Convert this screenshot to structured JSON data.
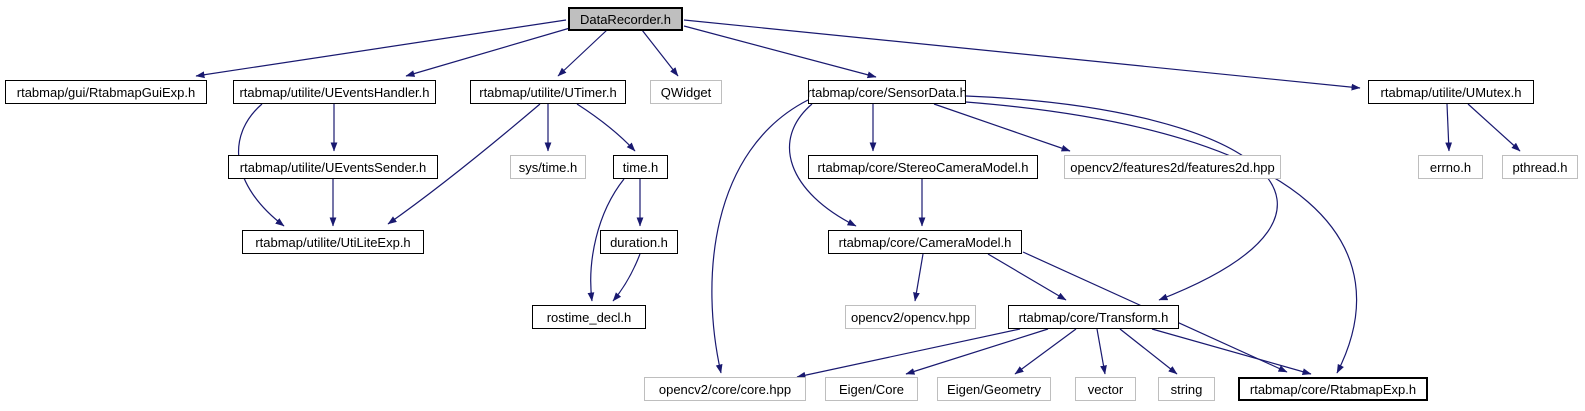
{
  "colors": {
    "edge": "#191970",
    "node_border": "#000000",
    "external_border": "#bebebe",
    "root_fill": "#bfbfbf",
    "background": "#ffffff"
  },
  "nodes": {
    "dataRecorder": {
      "label": "DataRecorder.h"
    },
    "guiExp": {
      "label": "rtabmap/gui/RtabmapGuiExp.h"
    },
    "ueventsHandler": {
      "label": "rtabmap/utilite/UEventsHandler.h"
    },
    "utimer": {
      "label": "rtabmap/utilite/UTimer.h"
    },
    "qwidget": {
      "label": "QWidget"
    },
    "sensorData": {
      "label": "rtabmap/core/SensorData.h"
    },
    "umutex": {
      "label": "rtabmap/utilite/UMutex.h"
    },
    "ueventsSender": {
      "label": "rtabmap/utilite/UEventsSender.h"
    },
    "sysTime": {
      "label": "sys/time.h"
    },
    "timeH": {
      "label": "time.h"
    },
    "stereoCameraModel": {
      "label": "rtabmap/core/StereoCameraModel.h"
    },
    "features2d": {
      "label": "opencv2/features2d/features2d.hpp"
    },
    "errnoH": {
      "label": "errno.h"
    },
    "pthreadH": {
      "label": "pthread.h"
    },
    "utiLiteExp": {
      "label": "rtabmap/utilite/UtiLiteExp.h"
    },
    "durationH": {
      "label": "duration.h"
    },
    "cameraModel": {
      "label": "rtabmap/core/CameraModel.h"
    },
    "rostimeDecl": {
      "label": "rostime_decl.h"
    },
    "opencvHpp": {
      "label": "opencv2/opencv.hpp"
    },
    "transform": {
      "label": "rtabmap/core/Transform.h"
    },
    "coreHpp": {
      "label": "opencv2/core/core.hpp"
    },
    "eigenCore": {
      "label": "Eigen/Core"
    },
    "eigenGeometry": {
      "label": "Eigen/Geometry"
    },
    "vectorH": {
      "label": "vector"
    },
    "stringH": {
      "label": "string"
    },
    "rtabmapExp": {
      "label": "rtabmap/core/RtabmapExp.h"
    }
  },
  "edges": [
    {
      "from": "dataRecorder",
      "to": "guiExp"
    },
    {
      "from": "dataRecorder",
      "to": "ueventsHandler"
    },
    {
      "from": "dataRecorder",
      "to": "utimer"
    },
    {
      "from": "dataRecorder",
      "to": "qwidget"
    },
    {
      "from": "dataRecorder",
      "to": "sensorData"
    },
    {
      "from": "dataRecorder",
      "to": "umutex"
    },
    {
      "from": "ueventsHandler",
      "to": "ueventsSender"
    },
    {
      "from": "ueventsHandler",
      "to": "utiLiteExp"
    },
    {
      "from": "ueventsSender",
      "to": "utiLiteExp"
    },
    {
      "from": "utimer",
      "to": "sysTime"
    },
    {
      "from": "utimer",
      "to": "timeH"
    },
    {
      "from": "utimer",
      "to": "utiLiteExp"
    },
    {
      "from": "timeH",
      "to": "durationH"
    },
    {
      "from": "timeH",
      "to": "rostimeDecl"
    },
    {
      "from": "durationH",
      "to": "rostimeDecl"
    },
    {
      "from": "sensorData",
      "to": "stereoCameraModel"
    },
    {
      "from": "sensorData",
      "to": "features2d"
    },
    {
      "from": "sensorData",
      "to": "cameraModel"
    },
    {
      "from": "sensorData",
      "to": "coreHpp"
    },
    {
      "from": "sensorData",
      "to": "transform"
    },
    {
      "from": "sensorData",
      "to": "rtabmapExp"
    },
    {
      "from": "stereoCameraModel",
      "to": "cameraModel"
    },
    {
      "from": "cameraModel",
      "to": "opencvHpp"
    },
    {
      "from": "cameraModel",
      "to": "transform"
    },
    {
      "from": "cameraModel",
      "to": "rtabmapExp"
    },
    {
      "from": "transform",
      "to": "coreHpp"
    },
    {
      "from": "transform",
      "to": "eigenCore"
    },
    {
      "from": "transform",
      "to": "eigenGeometry"
    },
    {
      "from": "transform",
      "to": "vectorH"
    },
    {
      "from": "transform",
      "to": "stringH"
    },
    {
      "from": "transform",
      "to": "rtabmapExp"
    },
    {
      "from": "umutex",
      "to": "errnoH"
    },
    {
      "from": "umutex",
      "to": "pthreadH"
    }
  ]
}
